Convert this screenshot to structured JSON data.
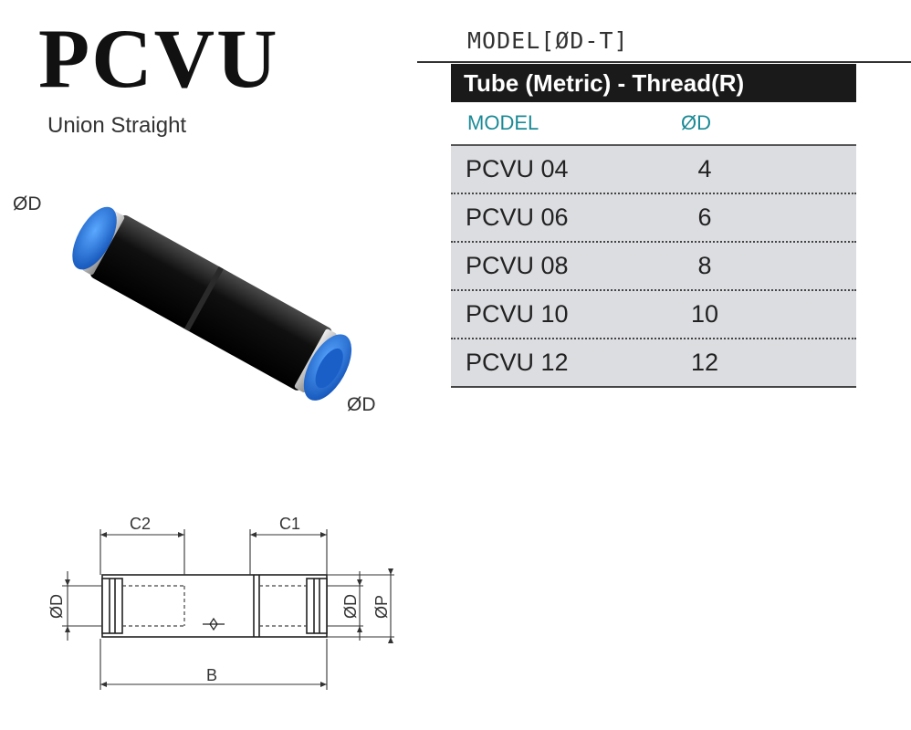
{
  "product": {
    "title": "PCVU",
    "subtitle": "Union Straight"
  },
  "spec_table": {
    "model_spec": "MODEL[ØD-T]",
    "header": "Tube (Metric) - Thread(R)",
    "columns": [
      "MODEL",
      "ØD"
    ],
    "rows": [
      {
        "model": "PCVU 04",
        "od": "4"
      },
      {
        "model": "PCVU 06",
        "od": "6"
      },
      {
        "model": "PCVU 08",
        "od": "8"
      },
      {
        "model": "PCVU 10",
        "od": "10"
      },
      {
        "model": "PCVU 12",
        "od": "12"
      }
    ]
  },
  "photo_labels": {
    "left_port": "ØD",
    "right_port": "ØD"
  },
  "drawing": {
    "c2": "C2",
    "c1": "C1",
    "od_left": "ØD",
    "od_right": "ØD",
    "op": "ØP",
    "b": "B"
  },
  "colors": {
    "header_bg": "#1a1a1a",
    "column_header": "#1b8a96",
    "row_bg": "#dcdde1",
    "fitting_blue": "#1e73d8",
    "fitting_body": "#111111"
  }
}
